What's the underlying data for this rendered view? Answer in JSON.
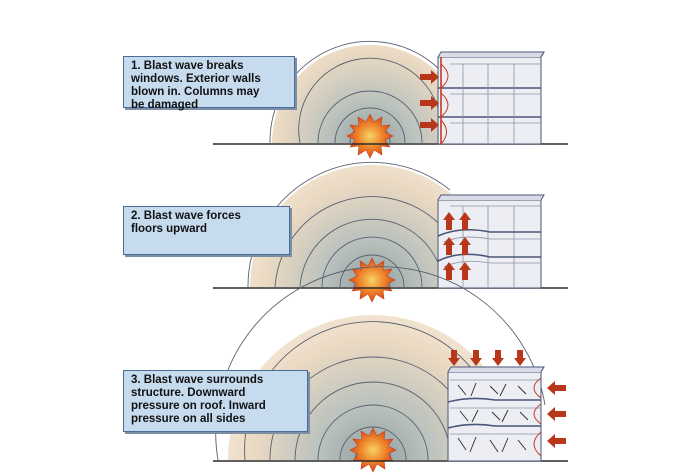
{
  "panels": [
    {
      "id": "panel-1",
      "caption_lines": [
        "1. Blast wave breaks",
        "windows. Exterior walls",
        "blown in. Columns may",
        "be damaged"
      ]
    },
    {
      "id": "panel-2",
      "caption_lines": [
        "2. Blast wave forces",
        "floors upward"
      ]
    },
    {
      "id": "panel-3",
      "caption_lines": [
        "3. Blast wave surrounds",
        "structure. Downward",
        "pressure on roof. Inward",
        "pressure on all sides"
      ]
    }
  ],
  "colors": {
    "caption_fill": "#c6dbee",
    "caption_border": "#4a6d96",
    "blast_core": "#e8621c",
    "blast_glow": "#f3c98a",
    "wave_center": "#9aa7a6",
    "wave_outer": "#fbeedd",
    "arrow": "#b8361a",
    "building_line": "#4a5778",
    "building_fill": "#e7e8ef",
    "ground": "#2b2b2b"
  }
}
